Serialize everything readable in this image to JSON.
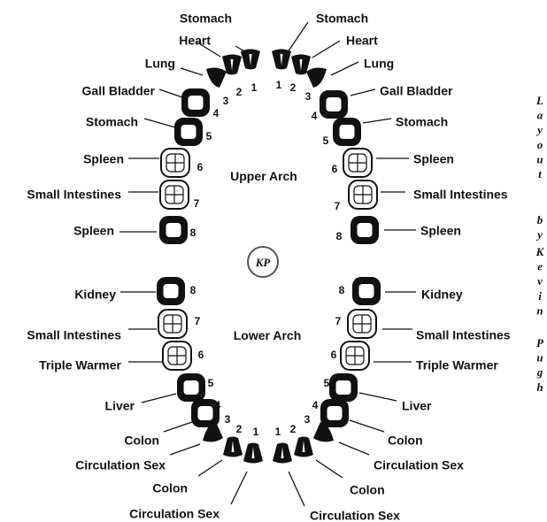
{
  "upper_arch_label": "Upper Arch",
  "lower_arch_label": "Lower Arch",
  "logo_text": "KP",
  "credit_text": "Layout by Kevin Pugh",
  "colors": {
    "ink": "#111111",
    "background": "#ffffff"
  },
  "teeth": [
    {
      "arch": "upper",
      "side": "left",
      "number": "1",
      "organ": "Stomach",
      "style": "incisor"
    },
    {
      "arch": "upper",
      "side": "left",
      "number": "2",
      "organ": "Heart",
      "style": "incisor"
    },
    {
      "arch": "upper",
      "side": "left",
      "number": "3",
      "organ": "Lung",
      "style": "canine"
    },
    {
      "arch": "upper",
      "side": "left",
      "number": "4",
      "organ": "Gall Bladder",
      "style": "molar-dark"
    },
    {
      "arch": "upper",
      "side": "left",
      "number": "5",
      "organ": "Stomach",
      "style": "molar-dark"
    },
    {
      "arch": "upper",
      "side": "left",
      "number": "6",
      "organ": "Spleen",
      "style": "molar-light"
    },
    {
      "arch": "upper",
      "side": "left",
      "number": "7",
      "organ": "Small Intestines",
      "style": "molar-light"
    },
    {
      "arch": "upper",
      "side": "left",
      "number": "8",
      "organ": "Spleen",
      "style": "molar-dark"
    },
    {
      "arch": "upper",
      "side": "right",
      "number": "1",
      "organ": "Stomach",
      "style": "incisor"
    },
    {
      "arch": "upper",
      "side": "right",
      "number": "2",
      "organ": "Heart",
      "style": "incisor"
    },
    {
      "arch": "upper",
      "side": "right",
      "number": "3",
      "organ": "Lung",
      "style": "canine"
    },
    {
      "arch": "upper",
      "side": "right",
      "number": "4",
      "organ": "Gall Bladder",
      "style": "molar-dark"
    },
    {
      "arch": "upper",
      "side": "right",
      "number": "5",
      "organ": "Stomach",
      "style": "molar-dark"
    },
    {
      "arch": "upper",
      "side": "right",
      "number": "6",
      "organ": "Spleen",
      "style": "molar-light"
    },
    {
      "arch": "upper",
      "side": "right",
      "number": "7",
      "organ": "Small Intestines",
      "style": "molar-light"
    },
    {
      "arch": "upper",
      "side": "right",
      "number": "8",
      "organ": "Spleen",
      "style": "molar-dark"
    },
    {
      "arch": "lower",
      "side": "left",
      "number": "8",
      "organ": "Kidney",
      "style": "molar-dark"
    },
    {
      "arch": "lower",
      "side": "left",
      "number": "7",
      "organ": "Small Intestines",
      "style": "molar-light"
    },
    {
      "arch": "lower",
      "side": "left",
      "number": "6",
      "organ": "Triple Warmer",
      "style": "molar-light"
    },
    {
      "arch": "lower",
      "side": "left",
      "number": "5",
      "organ": "Liver",
      "style": "molar-dark"
    },
    {
      "arch": "lower",
      "side": "left",
      "number": "4",
      "organ": "Colon",
      "style": "molar-dark"
    },
    {
      "arch": "lower",
      "side": "left",
      "number": "3",
      "organ": "Circulation Sex",
      "style": "canine"
    },
    {
      "arch": "lower",
      "side": "left",
      "number": "2",
      "organ": "Colon",
      "style": "incisor"
    },
    {
      "arch": "lower",
      "side": "left",
      "number": "1",
      "organ": "Circulation Sex",
      "style": "incisor"
    },
    {
      "arch": "lower",
      "side": "right",
      "number": "8",
      "organ": "Kidney",
      "style": "molar-dark"
    },
    {
      "arch": "lower",
      "side": "right",
      "number": "7",
      "organ": "Small Intestines",
      "style": "molar-light"
    },
    {
      "arch": "lower",
      "side": "right",
      "number": "6",
      "organ": "Triple Warmer",
      "style": "molar-light"
    },
    {
      "arch": "lower",
      "side": "right",
      "number": "5",
      "organ": "Liver",
      "style": "molar-dark"
    },
    {
      "arch": "lower",
      "side": "right",
      "number": "4",
      "organ": "Colon",
      "style": "molar-dark"
    },
    {
      "arch": "lower",
      "side": "right",
      "number": "3",
      "organ": "Circulation Sex",
      "style": "canine"
    },
    {
      "arch": "lower",
      "side": "right",
      "number": "2",
      "organ": "Colon",
      "style": "incisor"
    },
    {
      "arch": "lower",
      "side": "right",
      "number": "1",
      "organ": "Circulation Sex",
      "style": "incisor"
    }
  ]
}
